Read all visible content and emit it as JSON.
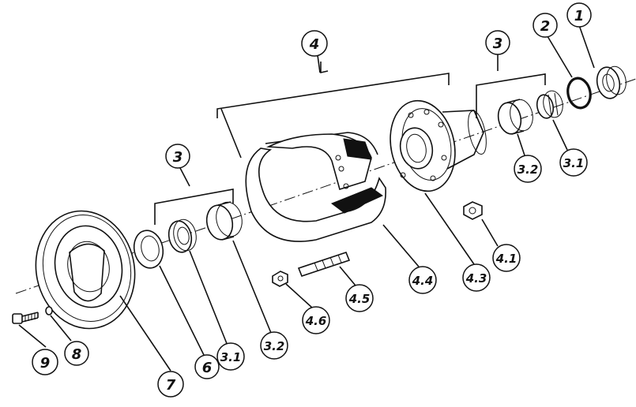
{
  "diagram": {
    "callouts": {
      "c1": "1",
      "c2": "2",
      "c3_top": "3",
      "c3_left": "3",
      "c4": "4",
      "c3_2_right": "3.2",
      "c3_1_right": "3.1",
      "c4_1": "4.1",
      "c4_3": "4.3",
      "c4_4": "4.4",
      "c4_5": "4.5",
      "c4_6": "4.6",
      "c3_2_left": "3.2",
      "c3_1_left": "3.1",
      "c6": "6",
      "c7": "7",
      "c8": "8",
      "c9": "9"
    }
  }
}
